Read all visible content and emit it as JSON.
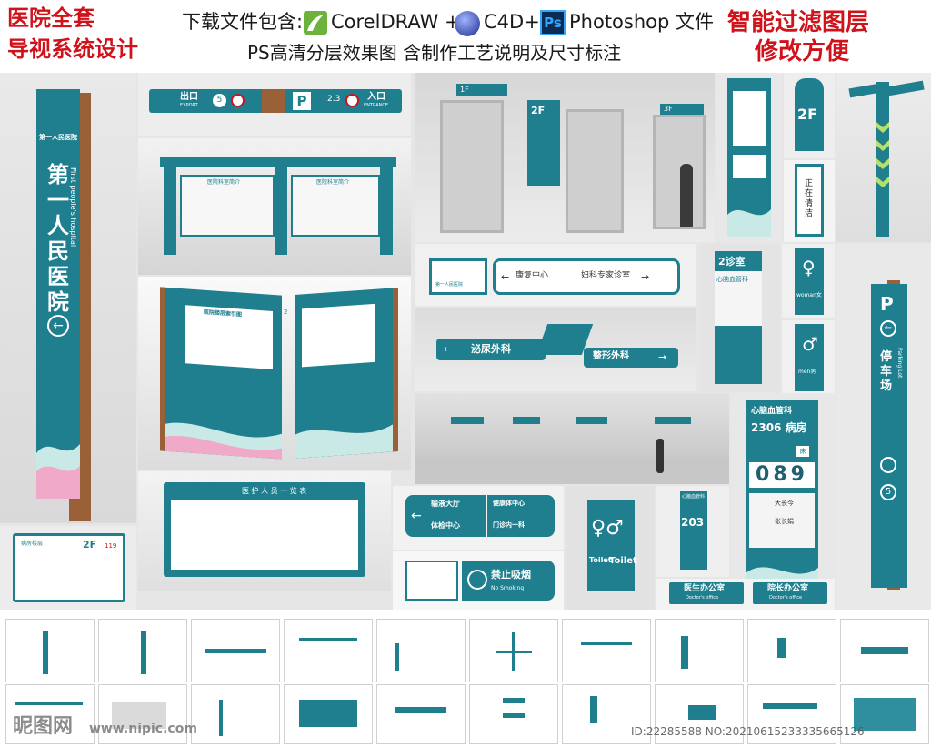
{
  "header": {
    "left_line1": "医院全套",
    "left_line2": "导视系统设计",
    "files_prefix": "下载文件包含:",
    "corel": "CorelDRAW +",
    "c4d": "C4D+",
    "ps_badge": "Ps",
    "ps_text": "Photoshop 文件",
    "sub": "PS高清分层效果图 含制作工艺说明及尺寸标注",
    "right_line1": "智能过滤图层",
    "right_line2": "修改方便"
  },
  "signs": {
    "tower_name": "第一人民医院",
    "tower_en": "First people's hospital",
    "tower_logo": "第一人民医院",
    "top_exit": "出口",
    "top_exit_en": "EXPORT",
    "top_p": "P",
    "top_entry": "入口",
    "top_entry_en": "ENTRANCE",
    "top_num1": "5",
    "top_num2": "2.3",
    "board_title1": "医院科室简介",
    "board_title2": "医院科室简介",
    "floor_guide": "医院楼层索引图",
    "floor_guide_num": "2",
    "elev_floor1": "1F",
    "elev_floor2": "2F",
    "elev_floor3": "3F",
    "hang_logo": "第一人民医院",
    "hang_rehab": "康复中心",
    "hang_gyn": "妇科专家诊室",
    "urology": "泌尿外科",
    "plastic": "整形外科",
    "cardio2": "心脑血管科",
    "room2": "2诊室",
    "woman": "woman女",
    "men": "men男",
    "parking_p": "P",
    "parking_cn1": "停",
    "parking_cn2": "车",
    "parking_cn3": "场",
    "parking_en": "Parking Lot",
    "parking_num": "5",
    "cardio": "心脑血管科",
    "ward": "2306 病房",
    "bed": "床",
    "digits": "089",
    "chief1": "大长今",
    "chief2": "张长娟",
    "room203": "203",
    "cardio3": "心脑血管科",
    "staff_title": "医 护 人 员 一 览 表",
    "infusion": "输液大厅",
    "health": "健康体中心",
    "exam": "体检中心",
    "clinic": "门诊内一科",
    "nosmoke": "禁止吸烟",
    "nosmoke_en": "No Smoking",
    "toilet1": "Toilet",
    "toilet2": "Toilet",
    "doctor": "医生办公室",
    "doctor_en": "Doctor's office",
    "dean": "院长办公室",
    "dean_en": "Doctor's office",
    "floor2f": "2F",
    "cleaning": "正在清洁",
    "dept_floor": "2F",
    "dept_num": "119",
    "dept_title": "病房楼层",
    "small_logo": "第一人民医院"
  },
  "watermark": {
    "left": "昵图网",
    "url": "www.nipic.com",
    "id": "ID:22285588 NO:20210615233335665126"
  },
  "colors": {
    "teal": "#1f7f8f",
    "red": "#d0121b",
    "wood": "#9a6038"
  }
}
